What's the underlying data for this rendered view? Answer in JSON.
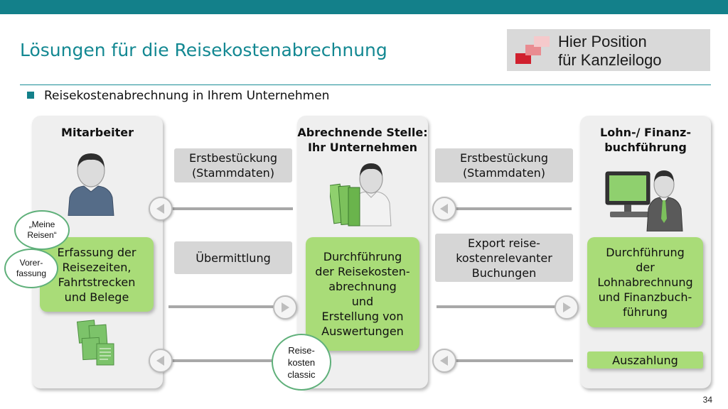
{
  "header": {
    "title": "Lösungen für die Reisekostenabrechnung",
    "logo_line1": "Hier Position",
    "logo_line2": "für Kanzleilogo",
    "bullet": "Reisekostenabrechnung in Ihrem Unternehmen"
  },
  "columns": {
    "left": {
      "title": "Mitarbeiter",
      "box": [
        "Erfassung der",
        "Reisezeiten,",
        "Fahrtstrecken",
        "und Belege"
      ]
    },
    "middle": {
      "title_line1": "Abrechnende Stelle:",
      "title_line2": "Ihr Unternehmen",
      "box": [
        "Durchführung",
        "der Reisekosten-",
        "abrechnung",
        "und",
        "Erstellung von",
        "Auswertungen"
      ]
    },
    "right": {
      "title_line1": "Lohn-/ Finanz-",
      "title_line2": "buchführung",
      "box": [
        "Durchführung",
        "der",
        "Lohnabrechnung",
        "und Finanzbuch-",
        "führung"
      ],
      "payout": "Auszahlung"
    }
  },
  "flows": {
    "left_gap": {
      "top_line1": "Erstbestückung",
      "top_line2": "(Stammdaten)",
      "middle": "Übermittlung"
    },
    "right_gap": {
      "top_line1": "Erstbestückung",
      "top_line2": "(Stammdaten)",
      "mid_line1": "Export reise-",
      "mid_line2": "kostenrelevanter",
      "mid_line3": "Buchungen"
    }
  },
  "bubbles": {
    "meine_reisen_line1": "„Meine",
    "meine_reisen_line2": "Reisen“",
    "vorerfassung_line1": "Vorer-",
    "vorerfassung_line2": "fassung",
    "classic_line1": "Reise-",
    "classic_line2": "kosten",
    "classic_line3": "classic"
  },
  "colors": {
    "teal": "#13808a",
    "green": "#a9dc78",
    "gray": "#d6d6d6",
    "logo_red": "#d0202e"
  },
  "icons": [
    "person-icon",
    "person-with-binders-icon",
    "person-at-computer-icon",
    "documents-icon",
    "arrow-left-icon",
    "arrow-right-icon"
  ],
  "page_number": "34"
}
